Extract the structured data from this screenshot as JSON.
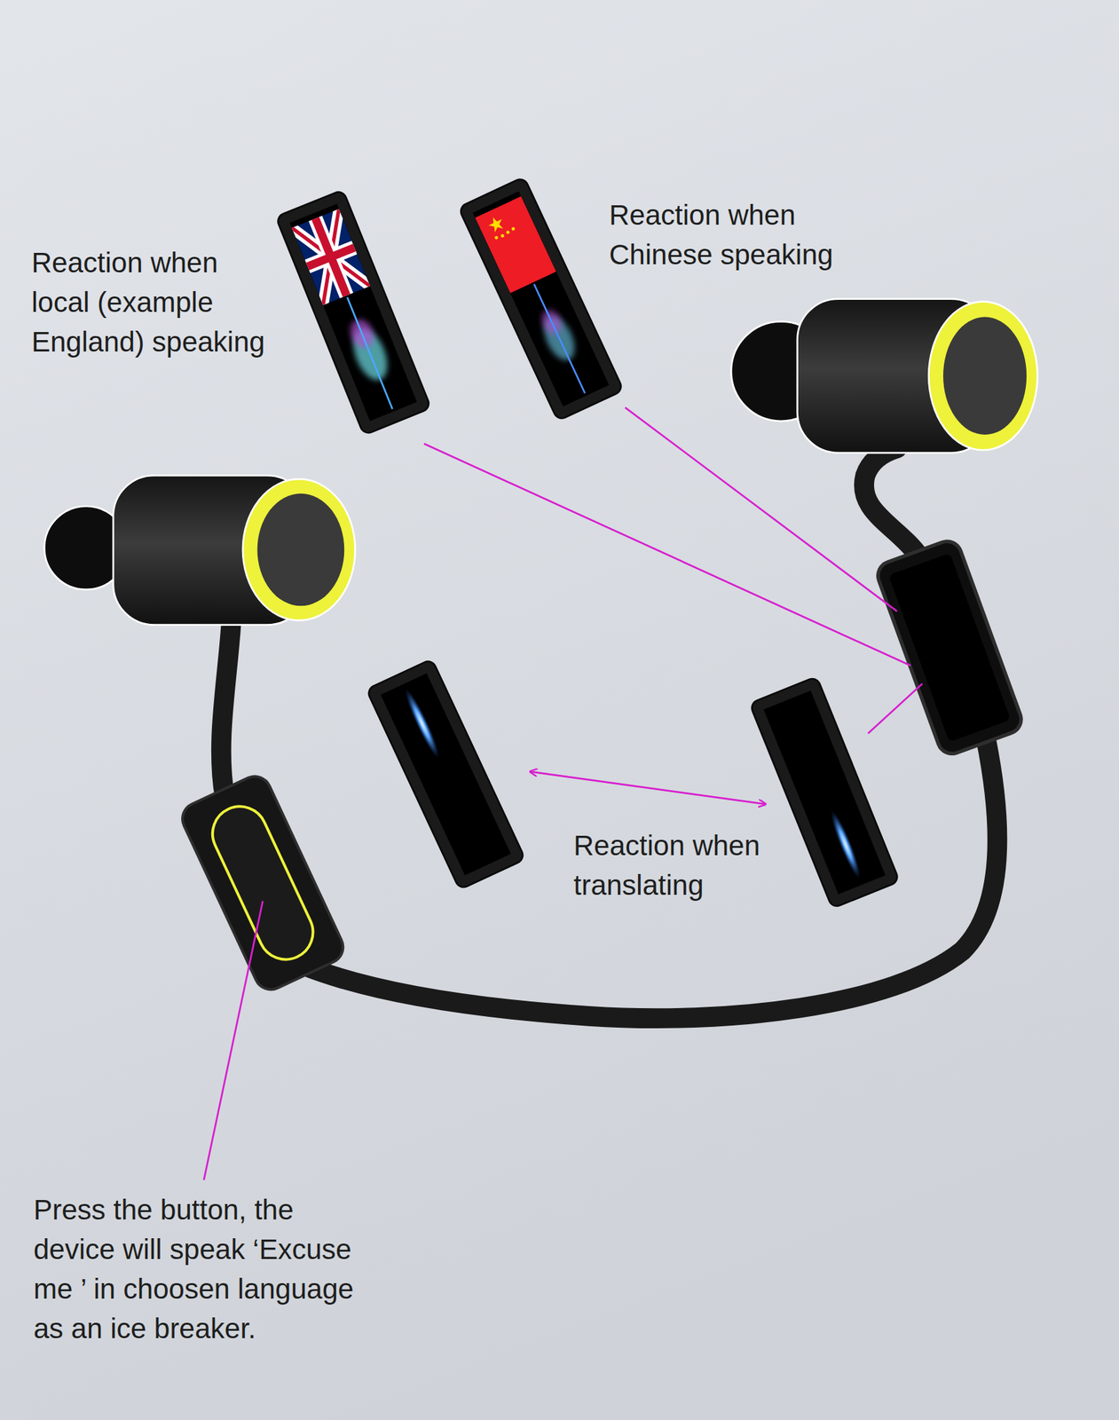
{
  "diagram": {
    "labels": [
      "Reaction when local (example England) speaking",
      "Reaction when Chinese speaking",
      "Reaction when translating",
      "Press the button, the device will speak ‘Excuse me ’ in choosen language as an ice breaker."
    ]
  }
}
